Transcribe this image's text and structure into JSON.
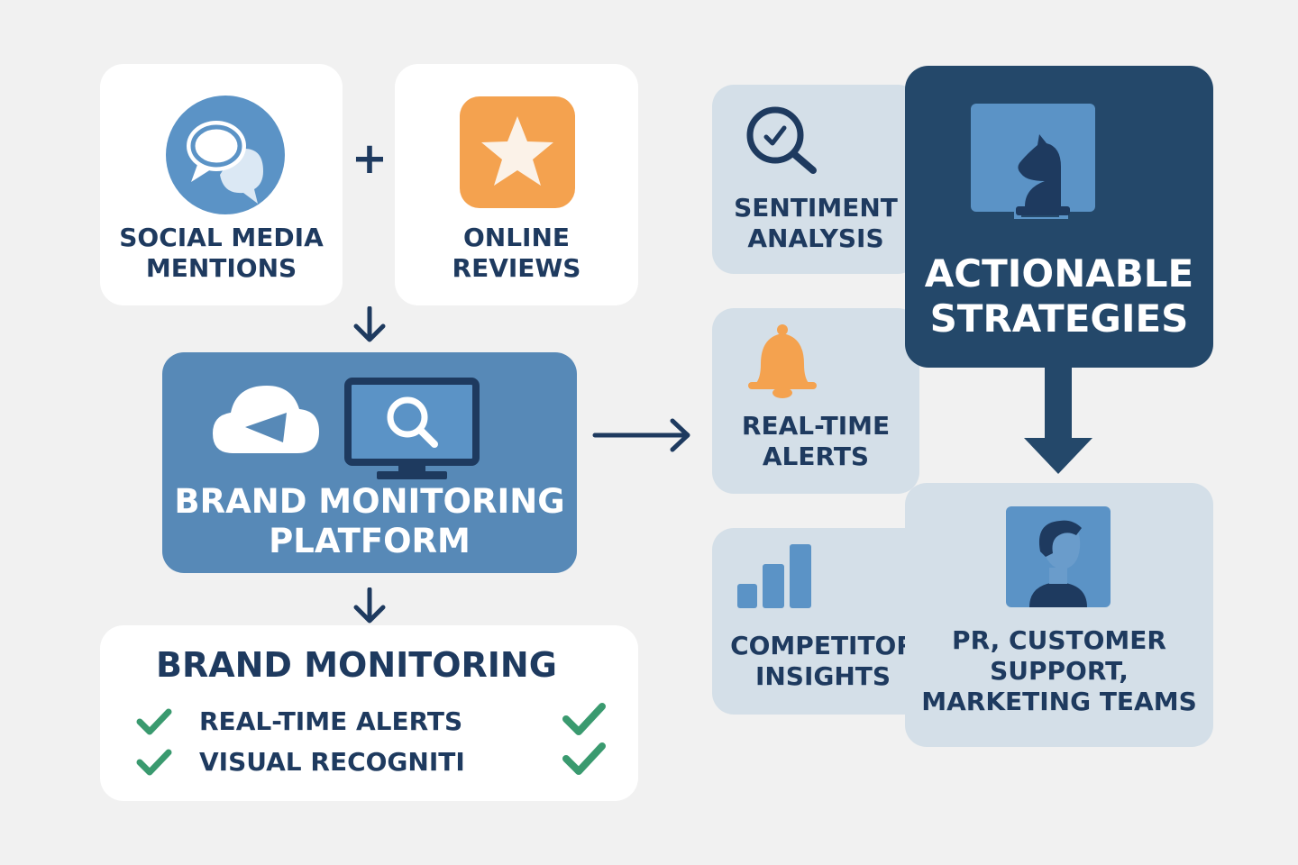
{
  "colors": {
    "background": "#f1f1f1",
    "navy_text": "#1e3a5f",
    "platform_blue": "#5789b7",
    "dark_navy": "#24486a",
    "pale_card": "#d4dfe8",
    "icon_blue": "#5b93c6",
    "orange": "#f4a24f",
    "green_check": "#3a9a6f"
  },
  "sources": {
    "social": {
      "line1": "SOCIAL MEDIA",
      "line2": "MENTIONS",
      "icon": "chat-bubbles-icon"
    },
    "plus": "+",
    "reviews": {
      "line1": "ONLINE",
      "line2": "REVIEWS",
      "icon": "star-icon"
    }
  },
  "platform": {
    "line1": "BRAND MONITORING",
    "line2": "PLATFORM",
    "icons": [
      "cloud-icon",
      "monitor-search-icon"
    ]
  },
  "features": {
    "title": "BRAND MONITORING",
    "items": [
      {
        "label": "REAL-TIME ALERTS"
      },
      {
        "label": "VISUAL RECOGNITI"
      }
    ]
  },
  "outputs": {
    "sentiment": {
      "line1": "SENTIMENT",
      "line2": "ANALYSIS",
      "icon": "magnifier-check-icon"
    },
    "alerts": {
      "line1": "REAL-TIME",
      "line2": "ALERTS",
      "icon": "bell-icon"
    },
    "competitor": {
      "line1": "COMPETITOR",
      "line2": "INSIGHTS",
      "icon": "bar-chart-icon"
    }
  },
  "strategies": {
    "line1": "ACTIONABLE",
    "line2": "STRATEGIES",
    "icon": "chess-knight-icon"
  },
  "teams": {
    "line1": "PR, CUSTOMER",
    "line2": "SUPPORT,",
    "line3": "MARKETING TEAMS",
    "icon": "person-icon"
  }
}
